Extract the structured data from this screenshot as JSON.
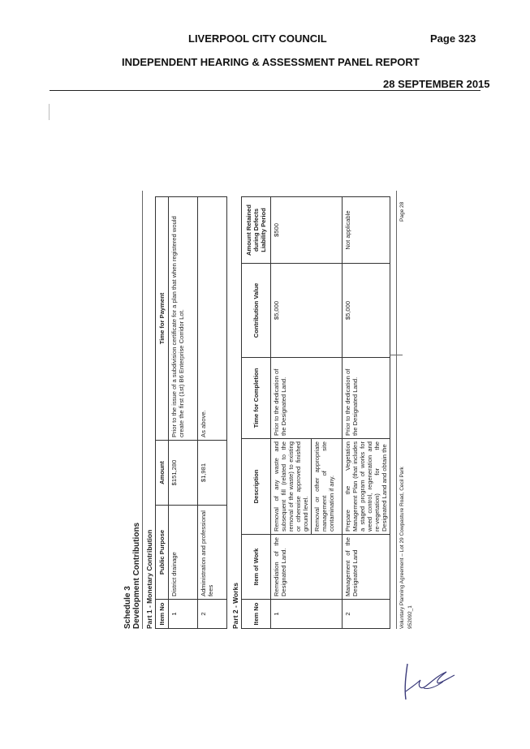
{
  "header": {
    "council": "LIVERPOOL CITY COUNCIL",
    "page": "Page 323",
    "report": "INDEPENDENT HEARING & ASSESSMENT PANEL REPORT",
    "date": "28 SEPTEMBER 2015"
  },
  "schedule": {
    "title": "Schedule 3",
    "subtitle": "Development Contributions",
    "part1": {
      "heading": "Part 1 - Monetary Contribution",
      "columns": [
        "Item No",
        "Public Purpose",
        "Amount",
        "Time for Payment"
      ],
      "rows": [
        [
          "1",
          "District drainage",
          "$151,280",
          "Prior to the issue of a subdivision certificate for a plan that when registered would create the first (1st) B6 Enterprise Corridor Lot."
        ],
        [
          "2",
          "Administration and professional fees",
          "$1,981",
          "As above."
        ]
      ]
    },
    "part2": {
      "heading": "Part 2 - Works",
      "columns": [
        "Item No",
        "Item of Work",
        "Description",
        "Time for Completion",
        "Contribution Value",
        "Amount Retained during Defects Liability Period"
      ],
      "rows": [
        {
          "no": "1",
          "work": "Remediation of the Designated Land.",
          "descriptions": [
            "Removal of any waste and subsequent fill (related to the removal of the waste) to existing or otherwise approved finished ground level.",
            "Removal or other appropriate management of site contamination if any."
          ],
          "time": "Prior to the dedication of the Designated Land.",
          "value": "$5,000",
          "retained": "$500"
        },
        {
          "no": "2",
          "work": "Management of the Designated Land",
          "descriptions": [
            "Prepare the Vegetation Management Plan (that includes a staged program of works for weed control, regeneration and re-vegetation) for the Designated Land and obtain the"
          ],
          "time": "Prior to the dedication of the Designated Land.",
          "value": "$5,000",
          "retained": "Not applicable"
        }
      ]
    },
    "footer": {
      "left": "Voluntary Planning Agreement – Lot 29 Cowpasture Road, Cecil Park",
      "code": "952092_1",
      "page": "Page 28"
    }
  }
}
